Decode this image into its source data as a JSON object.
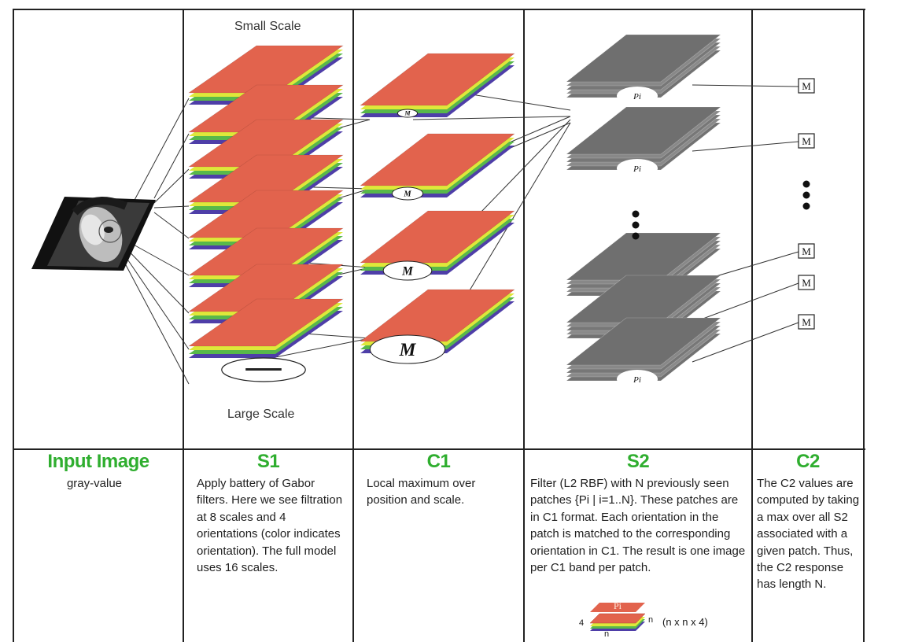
{
  "labels": {
    "small_scale": "Small Scale",
    "large_scale": "Large Scale",
    "patch_label": "Pi",
    "max_label": "M",
    "mini_n_right": "n",
    "mini_n_bottom": "n",
    "mini_4": "4",
    "mini_dims": "(n x n x 4)"
  },
  "columns": [
    {
      "title": "Input Image",
      "subtitle": "gray-value",
      "text": ""
    },
    {
      "title": "S1",
      "subtitle": "",
      "text": "Apply battery of Gabor filters. Here we see filtration at 8 scales and 4 orientations (color indicates orientation). The full model uses 16 scales."
    },
    {
      "title": "C1",
      "subtitle": "",
      "text": "Local maximum over position and scale."
    },
    {
      "title": "S2",
      "subtitle": "",
      "text": "Filter (L2 RBF) with N previously seen patches {Pi | i=1..N}. These patches are in C1 format.  Each orientation in the patch is matched to the corresponding orientation in C1.  The result is one image per C1 band per patch."
    },
    {
      "title": "C2",
      "subtitle": "",
      "text": "The C2 values are computed by taking a max over all S2 associated with a given patch. Thus, the C2 response has length N."
    }
  ],
  "colors": {
    "red": "#e2634d",
    "yellow": "#dfe83a",
    "green": "#58b84a",
    "blue": "#4e3ea8",
    "gray": "#777777",
    "title_green": "#2fae2f"
  }
}
